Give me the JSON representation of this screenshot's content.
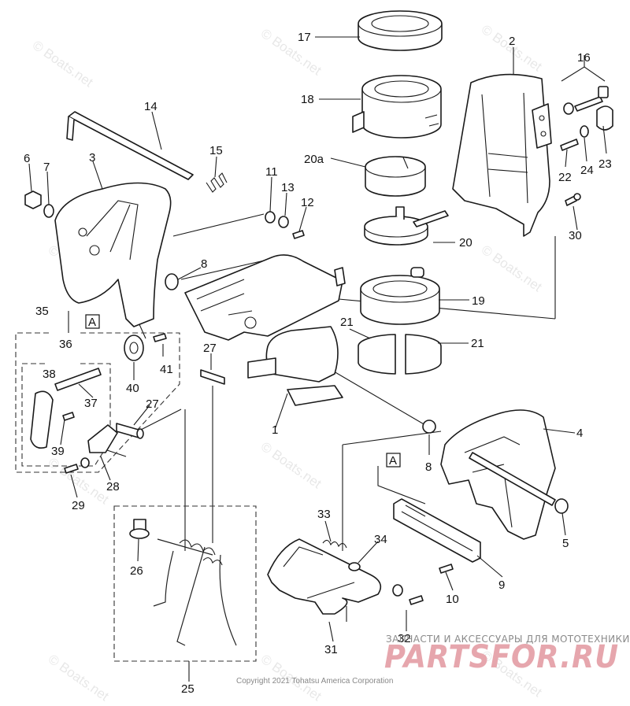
{
  "watermark": "© Boats.net",
  "callouts": {
    "p1": "1",
    "p2": "2",
    "p3": "3",
    "p4": "4",
    "p5": "5",
    "p6": "6",
    "p7": "7",
    "p8a": "8",
    "p8b": "8",
    "p9": "9",
    "p10": "10",
    "p11": "11",
    "p12": "12",
    "p13": "13",
    "p14": "14",
    "p15": "15",
    "p16": "16",
    "p17": "17",
    "p18": "18",
    "p19": "19",
    "p20": "20",
    "p20a": "20a",
    "p21a": "21",
    "p21b": "21",
    "p22": "22",
    "p23": "23",
    "p24": "24",
    "p25": "25",
    "p26": "26",
    "p27a": "27",
    "p27b": "27",
    "p28": "28",
    "p29": "29",
    "p30": "30",
    "p31": "31",
    "p32": "32",
    "p33": "33",
    "p34": "34",
    "p35": "35",
    "p36": "36",
    "p37": "37",
    "p38": "38",
    "p39": "39",
    "p40": "40",
    "p41": "41"
  },
  "ref_marks": {
    "a1": "A",
    "a2": "A"
  },
  "footer": {
    "ribbon": "ЗАПЧАСТИ И АКСЕССУАРЫ ДЛЯ МОТОТЕХНИКИ",
    "logo": "PARTSFOR.RU",
    "copyright": "Copyright 2021 Tohatsu America Corporation"
  },
  "colors": {
    "line": "#1a1a1a",
    "logo": "#e6a6ad",
    "ribbon": "#8a8a8a"
  }
}
